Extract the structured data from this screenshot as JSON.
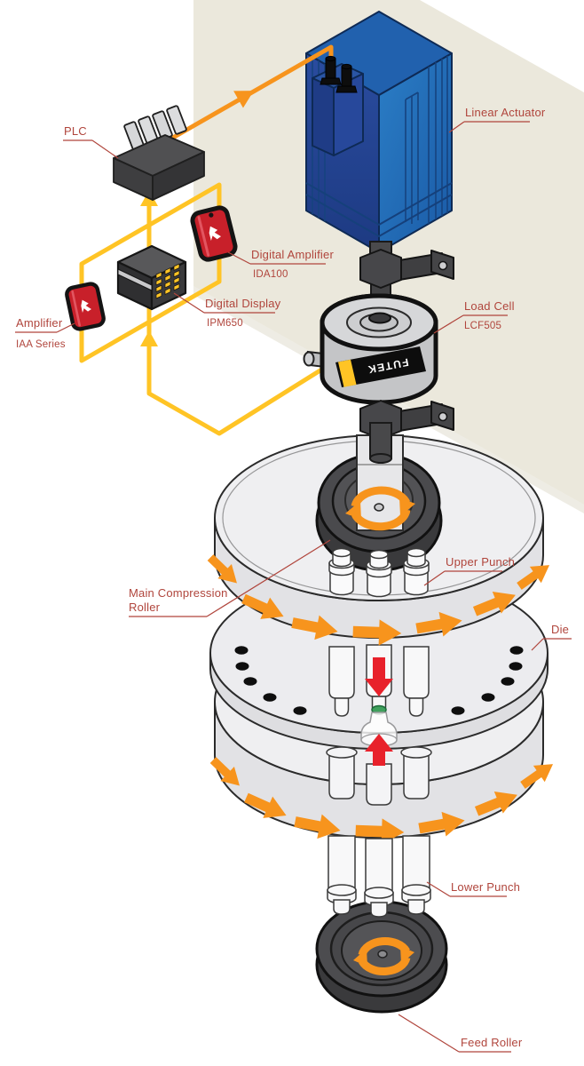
{
  "diagram": {
    "type": "tablet-press-force-measurement-system",
    "brand_text": "FUTEK",
    "labels": {
      "plc": {
        "label": "PLC"
      },
      "digital_amplifier": {
        "label": "Digital Amplifier",
        "model": "IDA100"
      },
      "digital_display": {
        "label": "Digital Display",
        "model": "IPM650"
      },
      "amplifier": {
        "label": "Amplifier",
        "model": "IAA Series"
      },
      "linear_actuator": {
        "label": "Linear Actuator"
      },
      "load_cell": {
        "label": "Load Cell",
        "model": "LCF505"
      },
      "main_compression_roller": {
        "label_line1": "Main Compression",
        "label_line2": "Roller"
      },
      "upper_punch": {
        "label": "Upper Punch"
      },
      "die": {
        "label": "Die"
      },
      "lower_punch": {
        "label": "Lower Punch"
      },
      "feed_roller": {
        "label": "Feed Roller"
      }
    },
    "colors": {
      "wall": "#EBE8DC",
      "wire_signal_yellow": "#FFC425",
      "wire_control_orange": "#F7941D",
      "rotation_arrow_orange": "#F7941D",
      "compression_arrow_red": "#E8212B",
      "label_red": "#B0453C",
      "device_red": "#C8202A",
      "actuator_blue_light": "#1C75BC",
      "actuator_blue_dark": "#27489B",
      "tablet_green": "#3FA05C",
      "metal_gray": "#C4C5C7",
      "dark_gray": "#4A4A4D"
    }
  }
}
